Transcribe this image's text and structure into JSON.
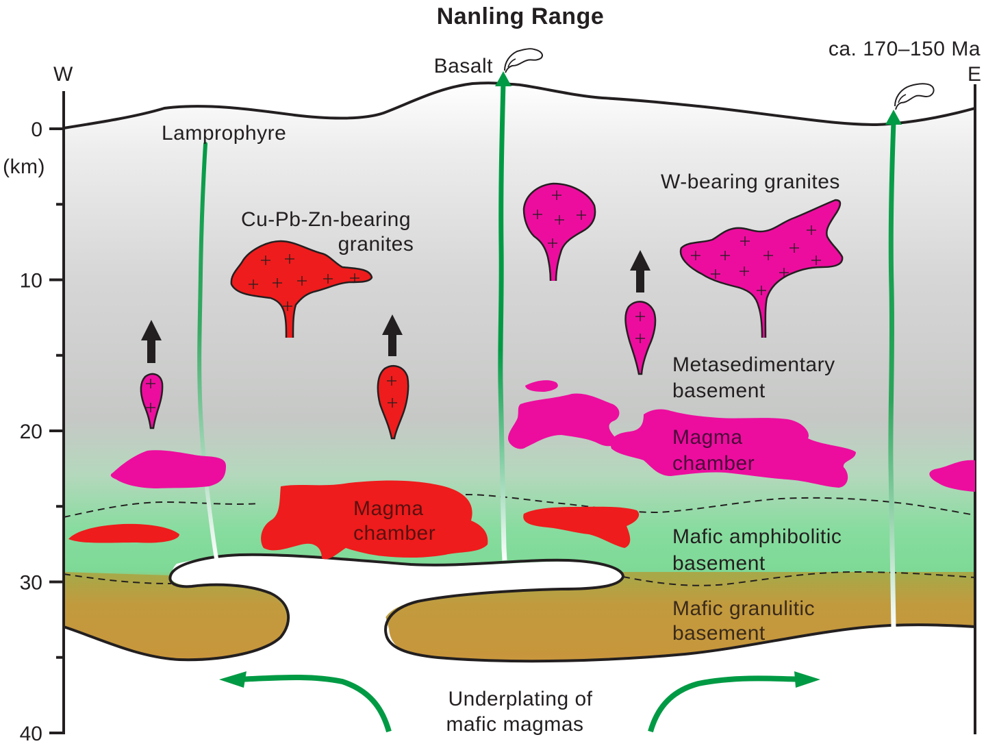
{
  "title": "Nanling Range",
  "directions": {
    "west": "W",
    "east": "E"
  },
  "axis": {
    "unit": "(km)",
    "ticks": [
      "0",
      "10",
      "20",
      "30",
      "40"
    ]
  },
  "age": "ca. 170–150 Ma",
  "labels": {
    "basalt": "Basalt",
    "lamprophyre": "Lamprophyre",
    "cu_granites_line1": "Cu-Pb-Zn-bearing",
    "cu_granites_line2": "granites",
    "w_granites": "W-bearing granites",
    "metased_line1": "Metasedimentary",
    "metased_line2": "basement",
    "magma_chamber_line1": "Magma",
    "magma_chamber_line2": "chamber",
    "mafic_amph_line1": "Mafic amphibolitic",
    "mafic_amph_line2": "basement",
    "mafic_gran_line1": "Mafic granulitic",
    "mafic_gran_line2": "basement",
    "underplating_line1": "Underplating of",
    "underplating_line2": "mafic magmas"
  },
  "colors": {
    "cu_granite": "#ee1c1c",
    "w_granite": "#ec0d9e",
    "mafic_magma_conduit": "#009a44",
    "granulitic_basement": "#c8963c",
    "amphibolitic_basement": "#7ed996"
  }
}
